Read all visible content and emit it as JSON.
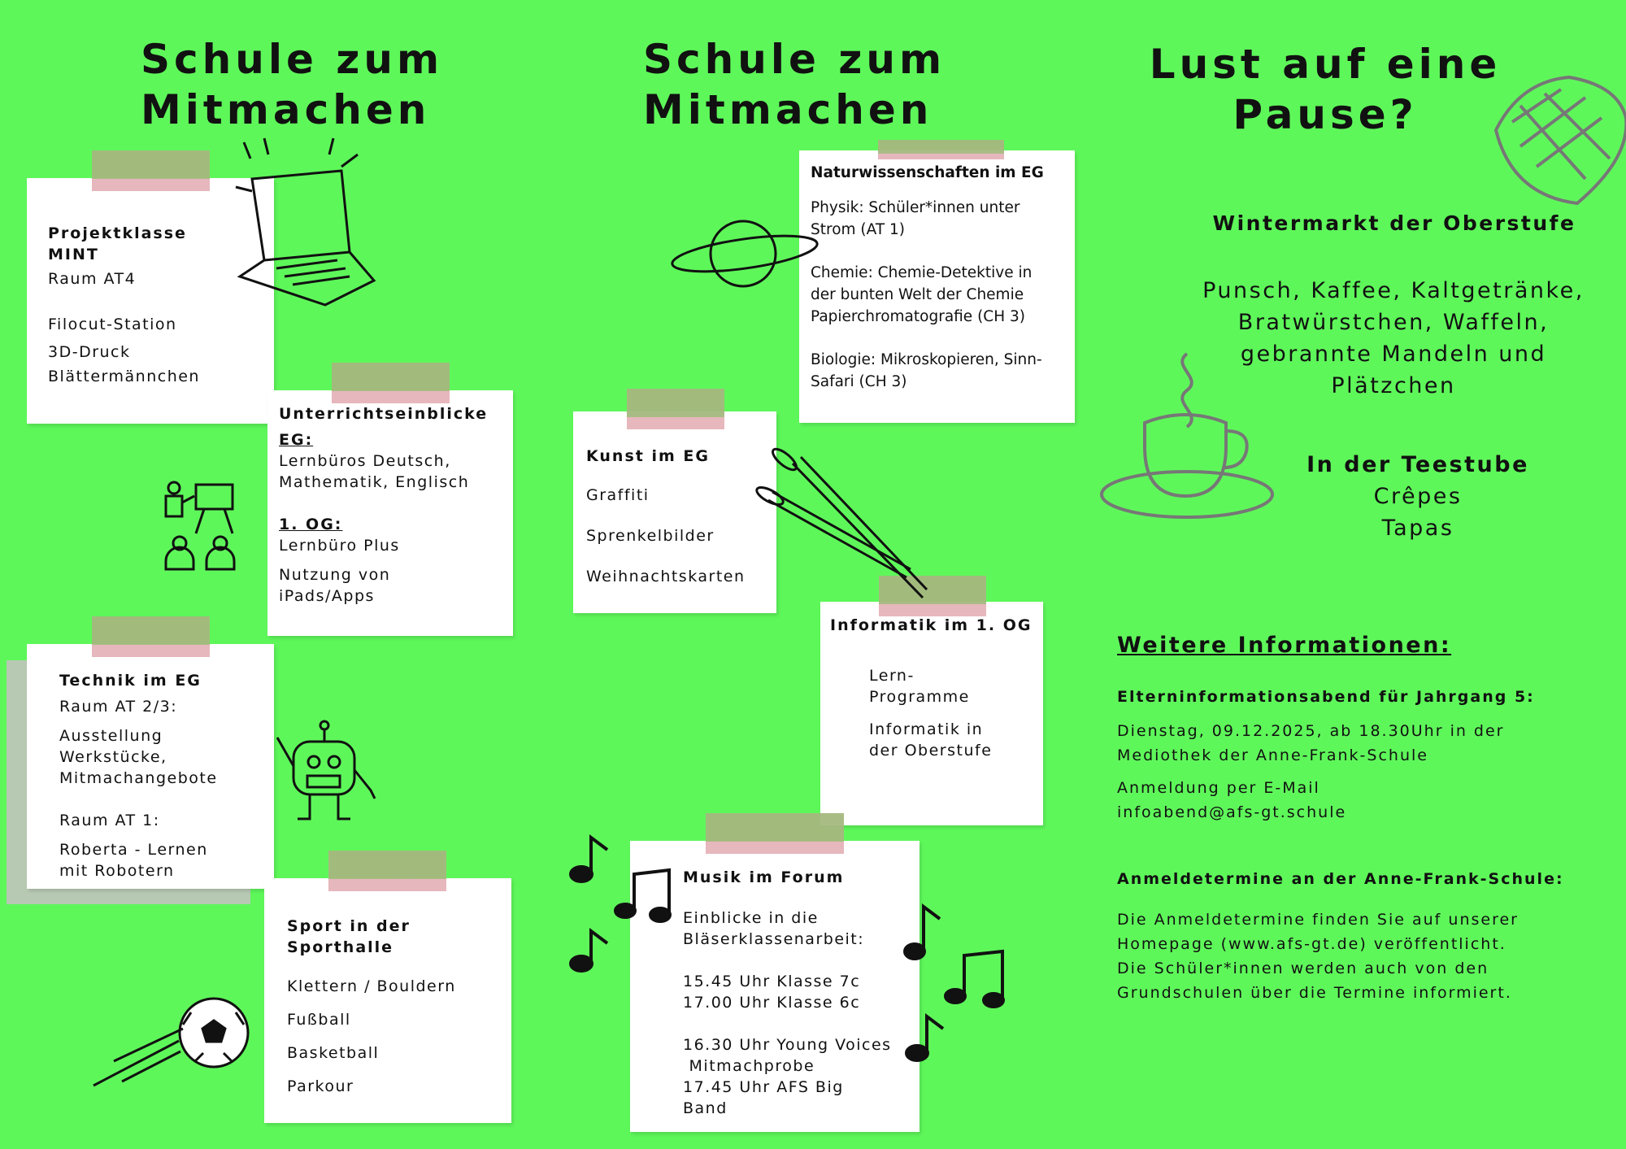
{
  "panel_left": {
    "title_line1": "Schule zum",
    "title_line2": "Mitmachen",
    "mint": {
      "title1": "Projektklasse",
      "title2": "MINT",
      "room": "Raum AT4",
      "items": [
        "Filocut-Station",
        "3D-Druck",
        "Blättermännchen"
      ]
    },
    "unterricht": {
      "title": "Unterrichtseinblicke",
      "eg_label": "EG:",
      "eg_text1": "Lernbüros Deutsch,",
      "eg_text2": "Mathematik, Englisch",
      "og_label": "1. OG:",
      "og_text1": "Lernbüro Plus",
      "og_text2": "Nutzung von",
      "og_text3": "iPads/Apps"
    },
    "technik": {
      "title": "Technik im EG",
      "room1": "Raum AT 2/3:",
      "room1_text1": "Ausstellung",
      "room1_text2": "Werkstücke,",
      "room1_text3": "Mitmachangebote",
      "room2": "Raum AT 1:",
      "room2_text1": "Roberta - Lernen",
      "room2_text2": "mit Robotern"
    },
    "sport": {
      "title1": "Sport in der",
      "title2": "Sporthalle",
      "items": [
        "Klettern / Bouldern",
        "Fußball",
        "Basketball",
        "Parkour"
      ]
    }
  },
  "panel_middle": {
    "title_line1": "Schule zum",
    "title_line2": "Mitmachen",
    "nawi": {
      "title": "Naturwissenschaften im EG",
      "physik1": "Physik: Schüler*innen unter",
      "physik2": "Strom (AT 1)",
      "chemie1": "Chemie: Chemie-Detektive in",
      "chemie2": "der bunten Welt der Chemie",
      "chemie3": "Papierchromatografie (CH 3)",
      "bio1": "Biologie: Mikroskopieren, Sinn-",
      "bio2": "Safari (CH 3)"
    },
    "kunst": {
      "title": "Kunst im EG",
      "items": [
        "Graffiti",
        "Sprenkelbilder",
        "Weihnachtskarten"
      ]
    },
    "informatik": {
      "title": "Informatik im 1. OG",
      "item1a": "Lern-",
      "item1b": "Programme",
      "item2a": "Informatik in",
      "item2b": "der Oberstufe"
    },
    "musik": {
      "title": "Musik im Forum",
      "intro1": "Einblicke in die",
      "intro2": "Bläserklassenarbeit:",
      "t1": "15.45 Uhr Klasse 7c",
      "t2": "17.00 Uhr Klasse 6c",
      "t3": "16.30 Uhr Young Voices",
      "t3b": " Mitmachprobe",
      "t4": "17.45 Uhr AFS Big Band"
    }
  },
  "panel_right": {
    "title_line1": "Lust auf eine",
    "title_line2": "Pause?",
    "wintermarkt": "Wintermarkt der Oberstufe",
    "food": [
      "Punsch, Kaffee, Kaltgetränke,",
      "Bratwürstchen, Waffeln,",
      "gebrannte Mandeln und",
      "Plätzchen"
    ],
    "teestube": "In der Teestube",
    "teestube_items": [
      "Crêpes",
      "Tapas"
    ],
    "info_heading": "Weitere Informationen:",
    "eltern_heading": "Elterninformationsabend für Jahrgang 5:",
    "eltern_lines": [
      "Dienstag, 09.12.2025, ab 18.30Uhr in der",
      "Mediothek der Anne-Frank-Schule"
    ],
    "anmeldung_lines": [
      "Anmeldung per E-Mail",
      "infoabend@afs-gt.schule"
    ],
    "termine_heading": "Anmeldetermine an der Anne-Frank-Schule:",
    "termine_lines": [
      "Die Anmeldetermine finden Sie auf unserer",
      "Homepage (www.afs-gt.de) veröffentlicht.",
      "Die Schüler*innen werden auch von den",
      "Grundschulen über die Termine informiert."
    ]
  },
  "colors": {
    "background": "#5ef75a",
    "tape_green": "#a5b87f",
    "tape_pink": "#e5b3b8"
  }
}
